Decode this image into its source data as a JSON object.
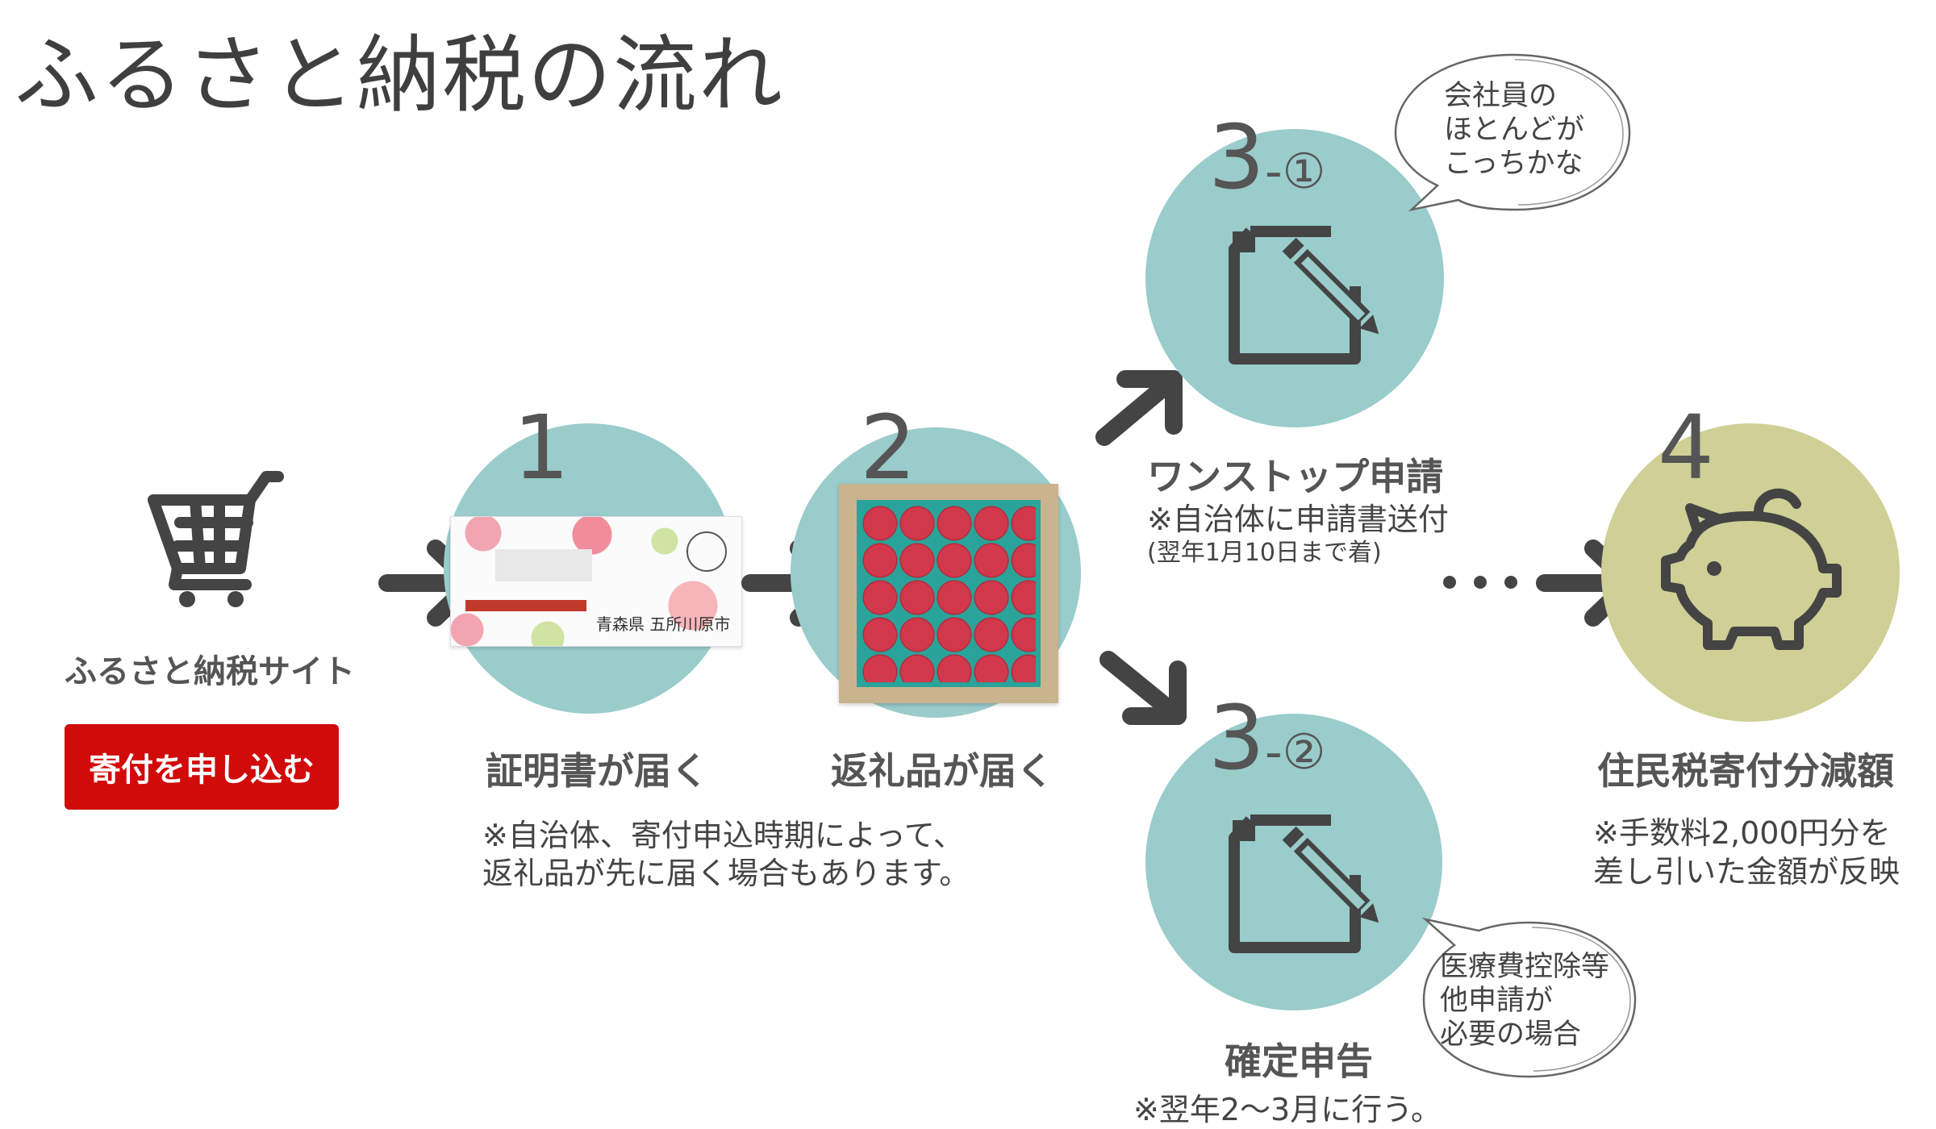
{
  "title": "ふるさと納税の流れ",
  "site": {
    "label": "ふるさと納税サイト",
    "button": "寄付を申し込む"
  },
  "step1": {
    "number": "1",
    "label": "証明書が届く",
    "envelope_text": "青森県 五所川原市"
  },
  "step2": {
    "number": "2",
    "label": "返礼品が届く"
  },
  "note_steps": {
    "line1": "※自治体、寄付申込時期によって、",
    "line2": "返礼品が先に届く場合もあります。"
  },
  "step3a": {
    "number": "3",
    "suffix": "-①",
    "label": "ワンストップ申請",
    "note1": "※自治体に申請書送付",
    "note2": "(翌年1月10日まで着)",
    "bubble": {
      "line1": "会社員の",
      "line2": "ほとんどが",
      "line3": "こっちかな"
    }
  },
  "step3b": {
    "number": "3",
    "suffix": "-②",
    "label": "確定申告",
    "note": "※翌年2～3月に行う。",
    "bubble": {
      "line1": "医療費控除等",
      "line2": "他申請が",
      "line3": "必要の場合"
    }
  },
  "step4": {
    "number": "4",
    "label": "住民税寄付分減額",
    "note1": "※手数料2,000円分を",
    "note2": "差し引いた金額が反映"
  },
  "colors": {
    "teal": "#99cccb",
    "olive": "#cfcf96",
    "button_red": "#d10a0a",
    "icon_gray": "#444444"
  },
  "icons": [
    "cart-icon",
    "certificate-envelope-image",
    "apple-box-image",
    "document-pen-icon",
    "piggy-bank-icon",
    "arrow-icon"
  ]
}
